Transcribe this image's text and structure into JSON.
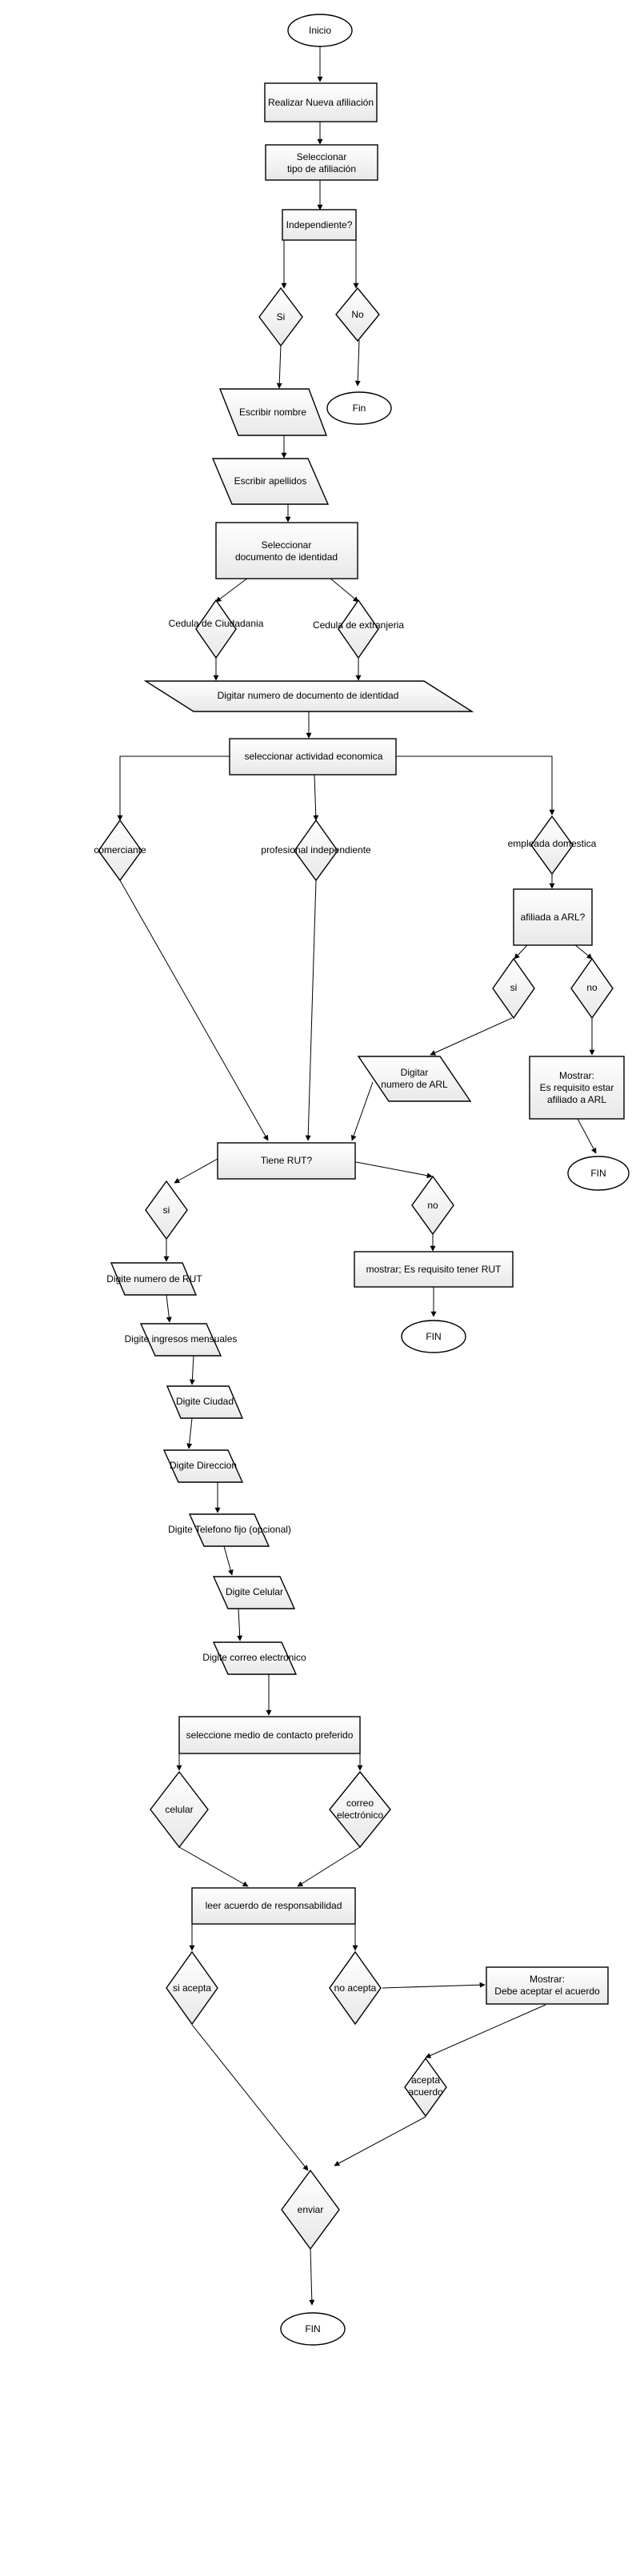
{
  "nodes": {
    "inicio": "Inicio",
    "nueva_afiliacion": "Realizar Nueva afiliación",
    "tipo_afiliacion_1": "Seleccionar",
    "tipo_afiliacion_2": "tipo de afiliación",
    "independiente": "Independiente?",
    "si_1": "Si",
    "no_1": "No",
    "fin_1": "Fin",
    "escribir_nombre": "Escribir nombre",
    "escribir_apellidos": "Escribir apellidos",
    "sel_documento_1": "Seleccionar",
    "sel_documento_2": "documento de identidad",
    "cedula_ciudadania": "Cedula de Ciudadania",
    "cedula_extranjeria": "Cedula de extranjeria",
    "digitar_documento": "Digitar numero de documento de identidad",
    "actividad_economica": "seleccionar actividad economica",
    "comerciante": "comerciante",
    "profesional_independiente": "profesional independiente",
    "empleada_domestica": "empleada domestica",
    "afiliada_arl": "afiliada a ARL?",
    "si_2": "si",
    "no_2": "no",
    "digitar_arl_1": "Digitar",
    "digitar_arl_2": "numero de ARL",
    "mostrar_arl_1": "Mostrar:",
    "mostrar_arl_2": "Es requisito estar",
    "mostrar_arl_3": "afiliado a ARL",
    "fin_2": "FIN",
    "tiene_rut": "Tiene RUT?",
    "si_3": "si",
    "no_3": "no",
    "mostrar_rut": "mostrar; Es requisito tener RUT",
    "fin_3": "FIN",
    "digite_rut": "Digite numero de RUT",
    "digite_ingresos": "Digite ingresos mensuales",
    "digite_ciudad": "Digite Ciudad",
    "digite_direccion": "Digite Direccion",
    "digite_telefono": "Digite Telefono fijo (opcional)",
    "digite_celular": "Digite Celular",
    "digite_correo": "Digite correo electronico",
    "medio_contacto": "seleccione medio de contacto preferido",
    "celular": "celular",
    "correo_1": "correo",
    "correo_2": "electrónico",
    "leer_acuerdo": "leer acuerdo de responsabilidad",
    "si_acepta": "si acepta",
    "no_acepta": "no acepta",
    "mostrar_acuerdo_1": "Mostrar:",
    "mostrar_acuerdo_2": "Debe aceptar el acuerdo",
    "acepta_acuerdo_1": "acepta",
    "acepta_acuerdo_2": "acuerdo",
    "enviar": "enviar",
    "fin_4": "FIN"
  },
  "colors": {
    "stroke": "#000000",
    "fill": "#ffffff",
    "gradient_end": "#e8e8e8"
  }
}
